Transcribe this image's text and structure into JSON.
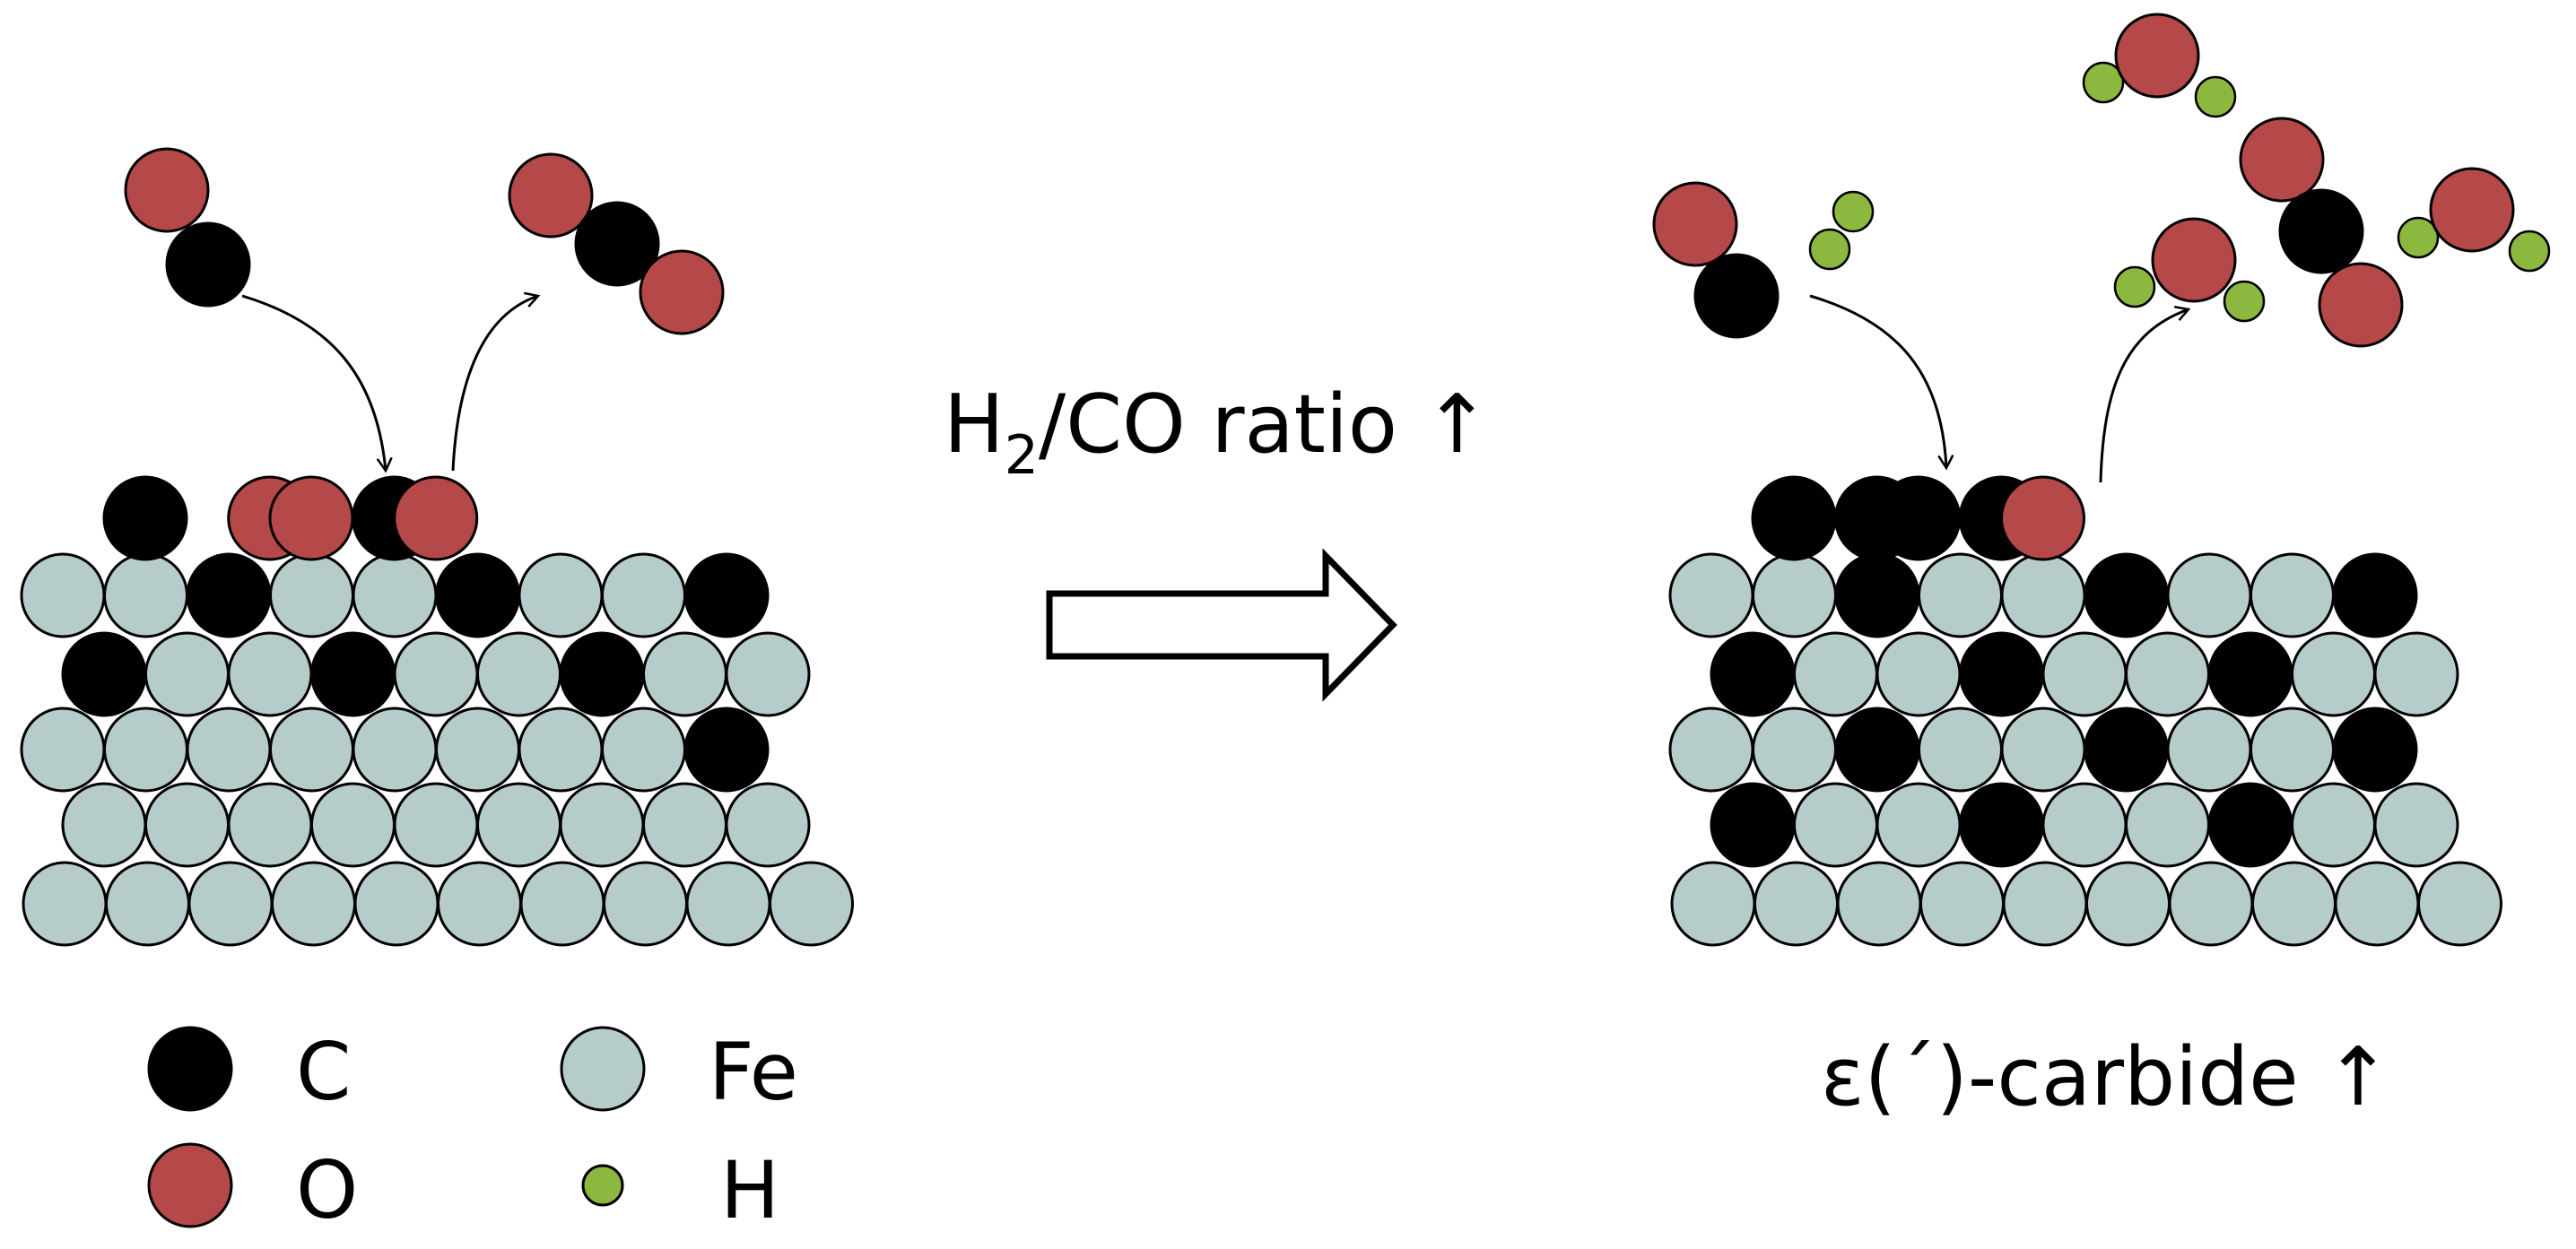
{
  "colors": {
    "C": "#000000",
    "O": "#b54848",
    "Fe": "#b6cccb",
    "H": "#8db83f",
    "outline": "#000000"
  },
  "condition": {
    "prefix": "H",
    "subscript": "2",
    "suffix": "/CO ratio ↑"
  },
  "result_label": "ε(´)-carbide ↑",
  "legend": [
    {
      "symbol": "C",
      "label": "C"
    },
    {
      "symbol": "Fe",
      "label": "Fe"
    },
    {
      "symbol": "O",
      "label": "O"
    },
    {
      "symbol": "H",
      "label": "H"
    }
  ],
  "left_surface": {
    "adsorbates": [
      "C",
      "",
      "",
      "O",
      "O",
      "",
      "C",
      "O"
    ],
    "rows": [
      [
        "Fe",
        "Fe",
        "C",
        "Fe",
        "Fe",
        "C",
        "Fe",
        "Fe",
        "C"
      ],
      [
        "C",
        "Fe",
        "Fe",
        "C",
        "Fe",
        "Fe",
        "C",
        "Fe",
        "Fe"
      ],
      [
        "Fe",
        "Fe",
        "Fe",
        "Fe",
        "Fe",
        "Fe",
        "Fe",
        "Fe",
        "C"
      ],
      [
        "Fe",
        "Fe",
        "Fe",
        "Fe",
        "Fe",
        "Fe",
        "Fe",
        "Fe",
        "Fe"
      ],
      [
        "Fe",
        "Fe",
        "Fe",
        "Fe",
        "Fe",
        "Fe",
        "Fe",
        "Fe",
        "Fe",
        "Fe"
      ]
    ]
  },
  "right_surface": {
    "adsorbates": [
      "C",
      "",
      "C",
      "C",
      "",
      "C",
      "O",
      ""
    ],
    "rows": [
      [
        "Fe",
        "Fe",
        "C",
        "Fe",
        "Fe",
        "C",
        "Fe",
        "Fe",
        "C"
      ],
      [
        "C",
        "Fe",
        "Fe",
        "C",
        "Fe",
        "Fe",
        "C",
        "Fe",
        "Fe"
      ],
      [
        "Fe",
        "Fe",
        "C",
        "Fe",
        "Fe",
        "C",
        "Fe",
        "Fe",
        "C"
      ],
      [
        "C",
        "Fe",
        "Fe",
        "C",
        "Fe",
        "Fe",
        "C",
        "Fe",
        "Fe"
      ],
      [
        "Fe",
        "Fe",
        "Fe",
        "Fe",
        "Fe",
        "Fe",
        "Fe",
        "Fe",
        "Fe",
        "Fe"
      ]
    ]
  },
  "molecules": {
    "left_in": [
      "O",
      "C"
    ],
    "left_out": [
      "O",
      "C",
      "O"
    ],
    "right_in_co": [
      "O",
      "C"
    ],
    "right_in_h2": [
      "H",
      "H"
    ],
    "right_out_water_1": [
      "H",
      "O",
      "H"
    ],
    "right_out_co2": [
      "O",
      "C",
      "O"
    ],
    "right_out_water_2": [
      "H",
      "O",
      "H"
    ],
    "right_out_water_3": [
      "H",
      "O",
      "H"
    ]
  }
}
